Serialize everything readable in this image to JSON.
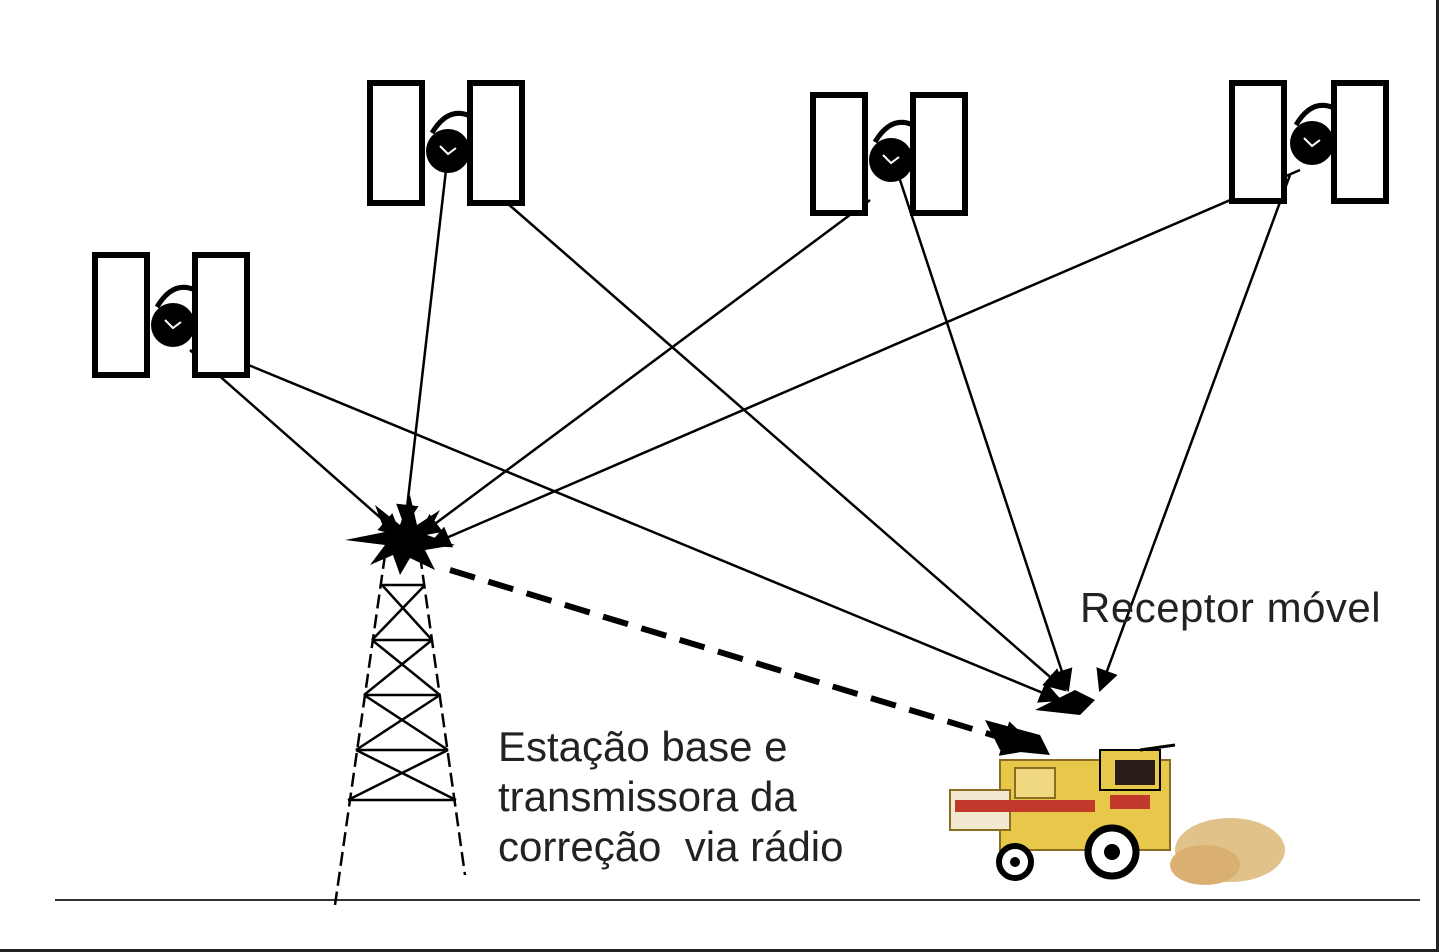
{
  "labels": {
    "receiver": "Receptor móvel",
    "base_line1": "Estação base e",
    "base_line2": "transmissora da",
    "base_line3": "correção  via rádio"
  },
  "colors": {
    "line": "#000000",
    "background": "#ffffff",
    "harvester_yellow": "#e8c84a",
    "harvester_red": "#c0392b",
    "harvester_grain": "#d9b878"
  },
  "icons": [
    "satellite-icon",
    "radio-tower-icon",
    "signal-burst-icon",
    "combine-harvester-icon"
  ]
}
